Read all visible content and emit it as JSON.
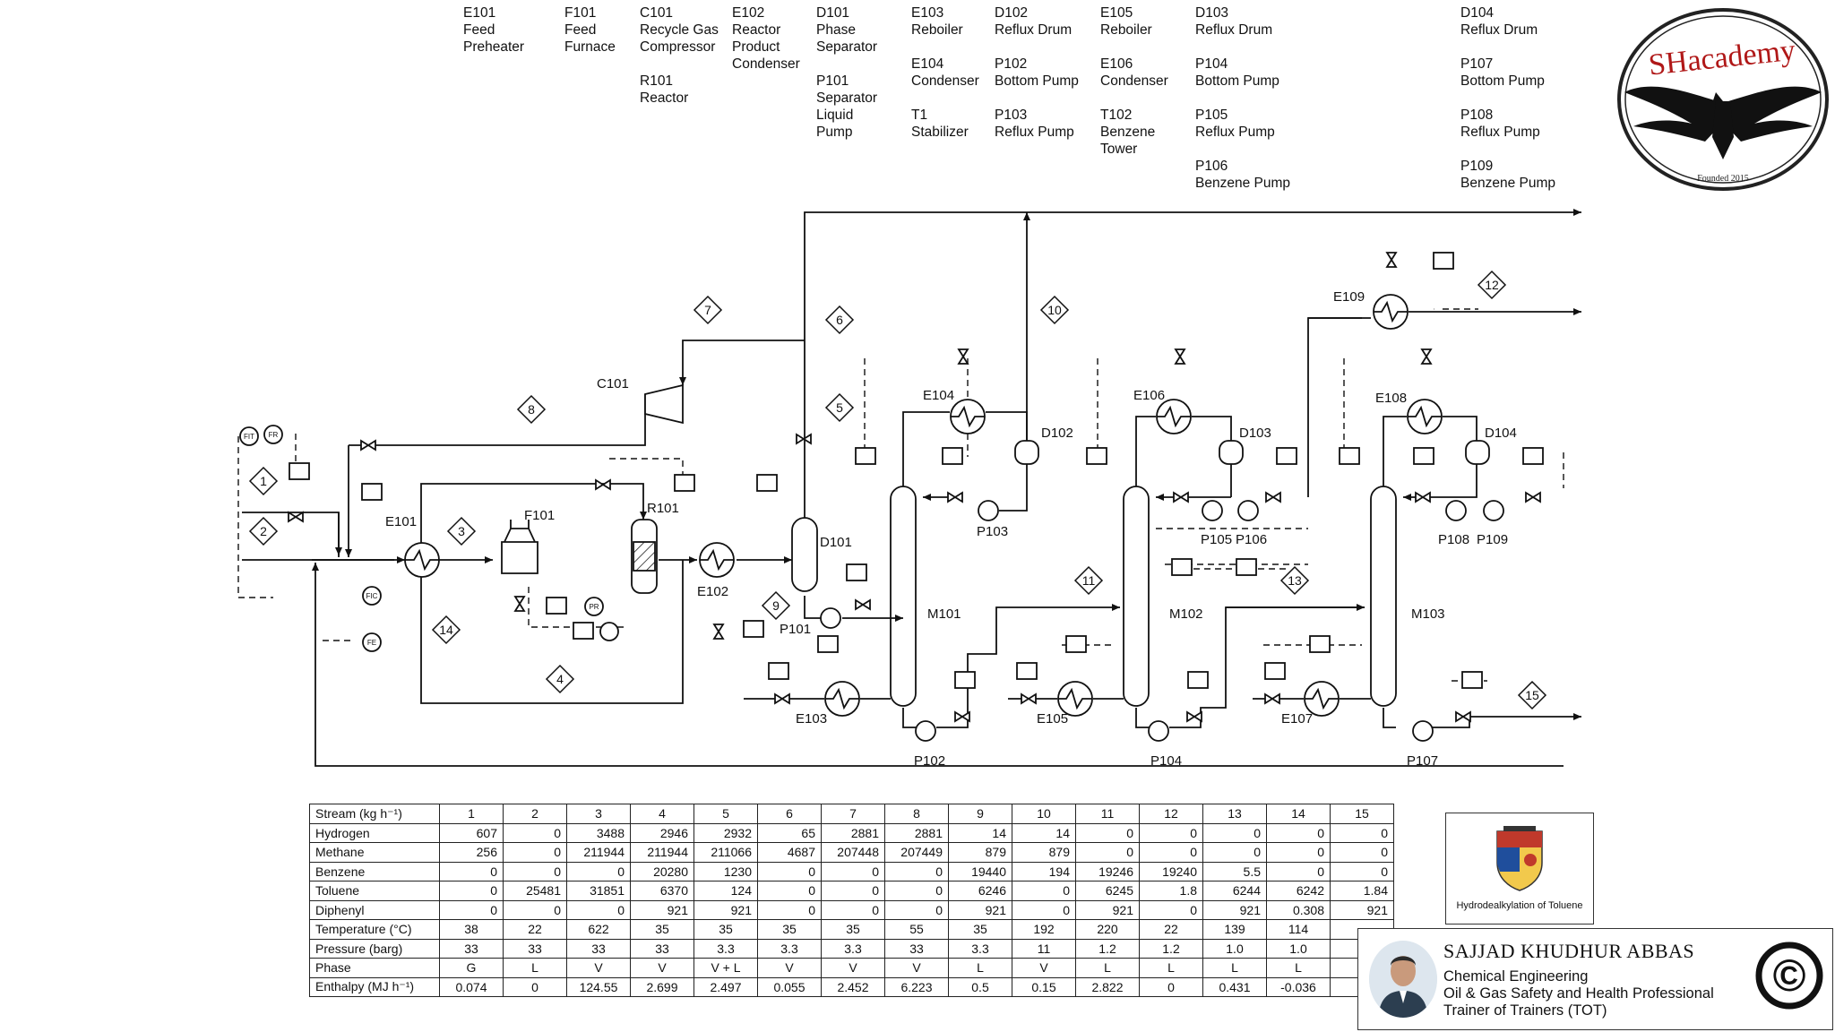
{
  "legend": [
    {
      "lines": [
        "E101",
        "Feed",
        "Preheater"
      ]
    },
    {
      "lines": [
        "F101",
        "Feed",
        "Furnace"
      ]
    },
    {
      "lines": [
        "C101",
        "Recycle Gas",
        "Compressor",
        "",
        "R101",
        "Reactor"
      ]
    },
    {
      "lines": [
        "E102",
        "Reactor",
        "Product",
        "Condenser"
      ]
    },
    {
      "lines": [
        "D101",
        "Phase",
        "Separator",
        "",
        "P101",
        "Separator",
        "Liquid",
        "Pump"
      ]
    },
    {
      "lines": [
        "E103",
        "Reboiler",
        "",
        "E104",
        "Condenser",
        "",
        "T1",
        "Stabilizer"
      ]
    },
    {
      "lines": [
        "D102",
        "Reflux Drum",
        "",
        "P102",
        "Bottom Pump",
        "",
        "P103",
        "Reflux Pump"
      ]
    },
    {
      "lines": [
        "E105",
        "Reboiler",
        "",
        "E106",
        "Condenser",
        "",
        "T102",
        "Benzene",
        "Tower"
      ]
    },
    {
      "lines": [
        "D103",
        "Reflux Drum",
        "",
        "P104",
        "Bottom Pump",
        "",
        "P105",
        "Reflux Pump",
        "",
        "P106",
        "Benzene Pump"
      ]
    },
    {
      "lines": [
        "D104",
        "Reflux Drum",
        "",
        "P107",
        "Bottom Pump",
        "",
        "P108",
        "Reflux Pump",
        "",
        "P109",
        "Benzene Pump"
      ]
    }
  ],
  "equipment_labels": {
    "E101": "E101",
    "F101": "F101",
    "R101": "R101",
    "C101": "C101",
    "E102": "E102",
    "D101": "D101",
    "P101": "P101",
    "E103": "E103",
    "E104": "E104",
    "D102": "D102",
    "P102": "P102",
    "P103": "P103",
    "M101": "M101",
    "E105": "E105",
    "E106": "E106",
    "D103": "D103",
    "P104": "P104",
    "P105": "P105",
    "P106": "P106",
    "M102": "M102",
    "E107": "E107",
    "E108": "E108",
    "D104": "D104",
    "P107": "P107",
    "P108": "P108",
    "P109": "P109",
    "M103": "M103",
    "E109": "E109"
  },
  "stream_tags": [
    "1",
    "2",
    "3",
    "4",
    "5",
    "6",
    "7",
    "8",
    "9",
    "10",
    "11",
    "12",
    "13",
    "14",
    "15"
  ],
  "instrument_labels": {
    "fit": "FIT",
    "fr": "FR",
    "fic": "FIC",
    "pr": "PR",
    "fe": "FE"
  },
  "stream_table": {
    "header": [
      "Stream  (kg h⁻¹)",
      "1",
      "2",
      "3",
      "4",
      "5",
      "6",
      "7",
      "8",
      "9",
      "10",
      "11",
      "12",
      "13",
      "14",
      "15"
    ],
    "rows": [
      {
        "label": "Hydrogen",
        "values": [
          "607",
          "0",
          "3488",
          "2946",
          "2932",
          "65",
          "2881",
          "2881",
          "14",
          "14",
          "0",
          "0",
          "0",
          "0",
          "0"
        ]
      },
      {
        "label": "Methane",
        "values": [
          "256",
          "0",
          "211944",
          "211944",
          "211066",
          "4687",
          "207448",
          "207449",
          "879",
          "879",
          "0",
          "0",
          "0",
          "0",
          "0"
        ]
      },
      {
        "label": "Benzene",
        "values": [
          "0",
          "0",
          "0",
          "20280",
          "1230",
          "0",
          "0",
          "0",
          "19440",
          "194",
          "19246",
          "19240",
          "5.5",
          "0",
          "0"
        ]
      },
      {
        "label": "Toluene",
        "values": [
          "0",
          "25481",
          "31851",
          "6370",
          "124",
          "0",
          "0",
          "0",
          "6246",
          "0",
          "6245",
          "1.8",
          "6244",
          "6242",
          "1.84"
        ]
      },
      {
        "label": "Diphenyl",
        "values": [
          "0",
          "0",
          "0",
          "921",
          "921",
          "0",
          "0",
          "0",
          "921",
          "0",
          "921",
          "0",
          "921",
          "0.308",
          "921"
        ]
      },
      {
        "label": "Temperature (°C)",
        "values": [
          "38",
          "22",
          "622",
          "35",
          "35",
          "35",
          "35",
          "55",
          "35",
          "192",
          "220",
          "22",
          "139",
          "114",
          ""
        ]
      },
      {
        "label": "Pressure (barg)",
        "values": [
          "33",
          "33",
          "33",
          "33",
          "3.3",
          "3.3",
          "3.3",
          "33",
          "3.3",
          "11",
          "1.2",
          "1.2",
          "1.0",
          "1.0",
          ""
        ]
      },
      {
        "label": "Phase",
        "values": [
          "G",
          "L",
          "V",
          "V",
          "V + L",
          "V",
          "V",
          "V",
          "L",
          "V",
          "L",
          "L",
          "L",
          "L",
          ""
        ]
      },
      {
        "label": "Enthalpy (MJ h⁻¹)",
        "values": [
          "0.074",
          "0",
          "124.55",
          "2.699",
          "2.497",
          "0.055",
          "2.452",
          "6.223",
          "0.5",
          "0.15",
          "2.822",
          "0",
          "0.431",
          "-0.036",
          ""
        ]
      }
    ]
  },
  "title_box": {
    "caption": "Hydrodealkylation of Toluene"
  },
  "author": {
    "name": "SAJJAD KHUDHUR ABBAS",
    "lines": [
      "Chemical Engineering",
      "Oil & Gas Safety and Health Professional",
      "Trainer of Trainers (TOT)"
    ]
  },
  "logo": {
    "text": "SHacademy",
    "sub": "Founded 2015"
  },
  "copyright_symbol": "©"
}
